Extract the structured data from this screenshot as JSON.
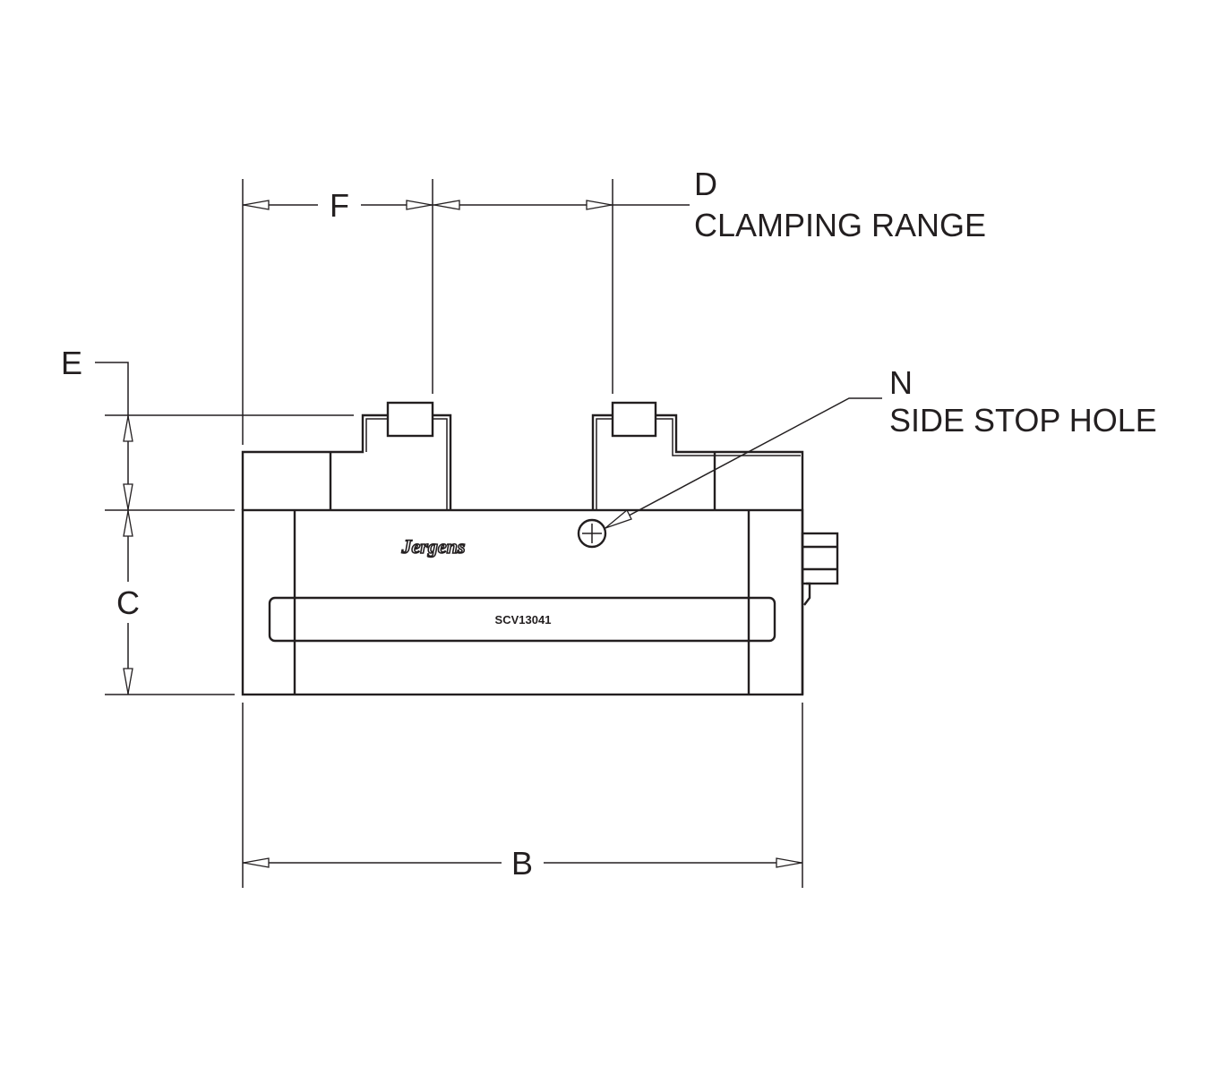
{
  "dimensions": {
    "b": "B",
    "c": "C",
    "d": "D",
    "d_desc": "CLAMPING RANGE",
    "e": "E",
    "f": "F",
    "n": "N",
    "n_desc": "SIDE STOP HOLE"
  },
  "part": {
    "brand": "Jergens",
    "model": "SCV13041"
  }
}
